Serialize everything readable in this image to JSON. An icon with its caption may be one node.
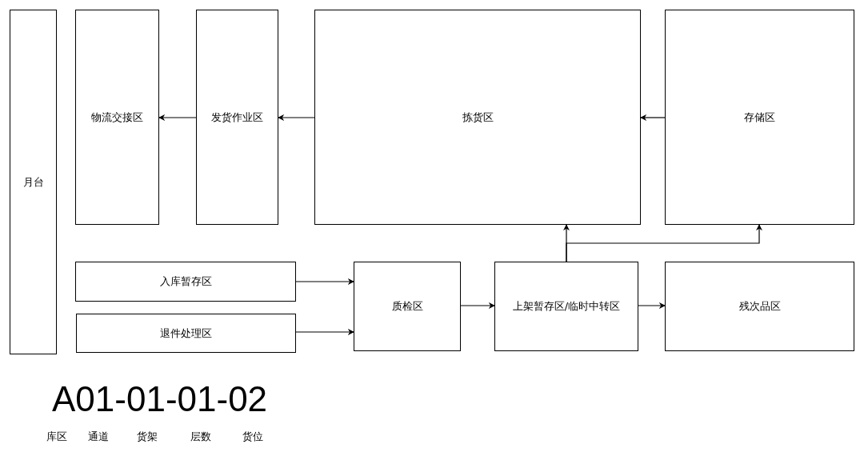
{
  "diagram": {
    "nodes": [
      {
        "text": [
          "月台"
        ]
      },
      {
        "text": [
          "物流交接区"
        ]
      },
      {
        "text": [
          "发货作业区"
        ]
      },
      {
        "text": [
          "拣货区"
        ]
      },
      {
        "text": [
          "存储区"
        ]
      },
      {
        "text": [
          "入库暂存区"
        ]
      },
      {
        "text": [
          "退件处理区"
        ]
      },
      {
        "text": [
          "质检区"
        ]
      },
      {
        "text": [
          "上架暂存区/临时中转区"
        ]
      },
      {
        "text": [
          "残次品区"
        ]
      }
    ],
    "edges": [
      {
        "from": 2,
        "to": 1,
        "arrow": "to"
      },
      {
        "from": 3,
        "to": 2,
        "arrow": "to"
      },
      {
        "from": 4,
        "to": 3,
        "arrow": "to"
      },
      {
        "from": 5,
        "to": 7,
        "arrow": "to"
      },
      {
        "from": 6,
        "to": 7,
        "arrow": "to"
      },
      {
        "from": 7,
        "to": 8,
        "arrow": "to"
      },
      {
        "from": 8,
        "to": 9,
        "arrow": "to"
      },
      {
        "from": 8,
        "to": 3,
        "arrow": "to"
      },
      {
        "from": 8,
        "to": 4,
        "arrow": "to"
      }
    ],
    "labels": [
      "A01-01-01-02",
      "库区",
      "通道",
      "货架",
      "层数",
      "货位"
    ]
  }
}
